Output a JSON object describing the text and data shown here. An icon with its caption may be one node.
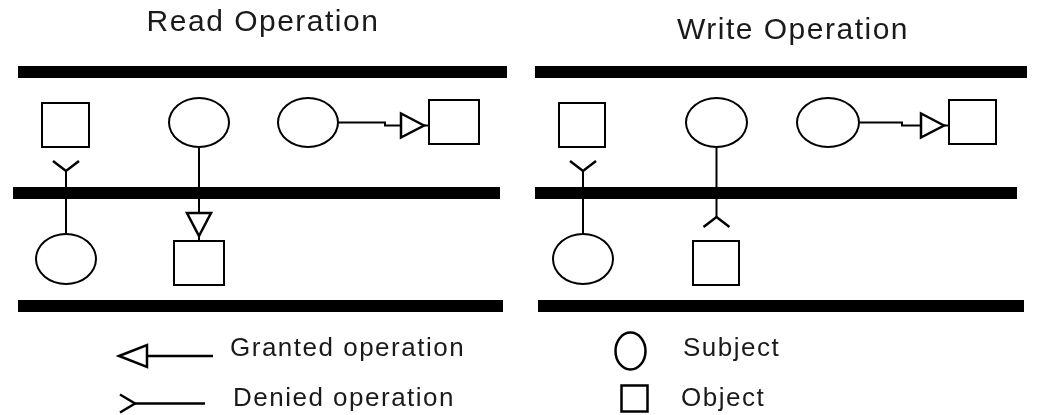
{
  "diagram": {
    "nodes": [
      {
        "text": [],
        "shape": "box"
      },
      {
        "text": [],
        "shape": "circle"
      },
      {
        "text": [],
        "shape": "circle"
      },
      {
        "text": [],
        "shape": "box"
      },
      {
        "text": [],
        "shape": "circle"
      },
      {
        "text": [],
        "shape": "box"
      },
      {
        "text": [],
        "shape": "box"
      },
      {
        "text": [],
        "shape": "circle"
      },
      {
        "text": [],
        "shape": "circle"
      },
      {
        "text": [],
        "shape": "box"
      },
      {
        "text": [],
        "shape": "circle"
      },
      {
        "text": [],
        "shape": "box"
      }
    ],
    "edges": [
      {
        "from": 4,
        "to": 0,
        "arrow": "other"
      },
      {
        "from": 1,
        "to": 5,
        "arrow": "to"
      },
      {
        "from": 2,
        "to": 3,
        "arrow": "to"
      },
      {
        "from": 10,
        "to": 6,
        "arrow": "other"
      },
      {
        "from": 7,
        "to": 11,
        "arrow": "other"
      },
      {
        "from": 8,
        "to": 9,
        "arrow": "to"
      }
    ],
    "labels": [
      "Read Operation",
      "Write Operation"
    ],
    "legend": [
      {
        "text": "Granted operation"
      },
      {
        "text": "Denied operation"
      },
      {
        "text": "Subject"
      },
      {
        "text": "Object"
      }
    ]
  }
}
